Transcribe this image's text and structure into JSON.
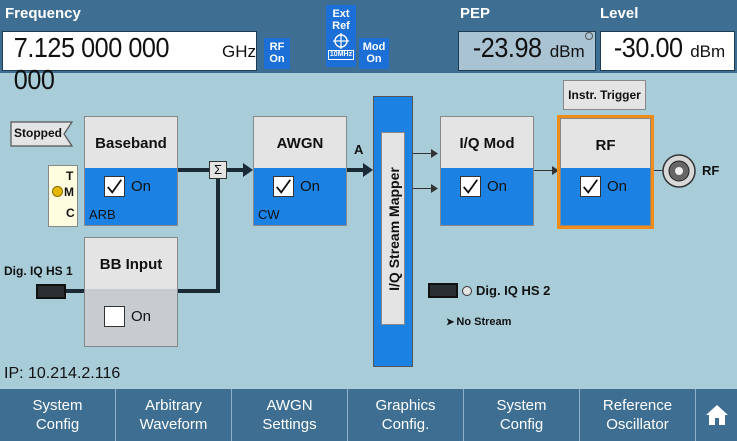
{
  "header": {
    "frequency_label": "Frequency",
    "frequency_value": "7.125 000 000 000",
    "frequency_unit": "GHz",
    "rf_on_line1": "RF",
    "rf_on_line2": "On",
    "ext_ref_line1": "Ext",
    "ext_ref_line2": "Ref",
    "ext_ref_badge": "10MHz",
    "mod_on_line1": "Mod",
    "mod_on_line2": "On",
    "pep_label": "PEP",
    "pep_value": "-23.98",
    "pep_unit": "dBm",
    "level_label": "Level",
    "level_value": "-30.00",
    "level_unit": "dBm"
  },
  "diagram": {
    "stopped_label": "Stopped",
    "tmc": {
      "t": "T",
      "m": "M",
      "c": "C"
    },
    "baseband": {
      "title": "Baseband",
      "on": "On",
      "sub": "ARB"
    },
    "bb_input": {
      "title": "BB Input",
      "on": "On"
    },
    "sum_symbol": "Σ",
    "awgn": {
      "title": "AWGN",
      "on": "On",
      "sub": "CW"
    },
    "stream_a": "A",
    "mapper_label": "I/Q Stream Mapper",
    "iq_mod": {
      "title": "I/Q Mod",
      "on": "On"
    },
    "instr_trigger": "Instr. Trigger",
    "rf": {
      "title": "RF",
      "on": "On"
    },
    "rf_out_label": "RF",
    "dig_iq_hs1": "Dig. IQ HS 1",
    "dig_iq_hs2": "Dig. IQ HS 2",
    "no_stream": "No Stream"
  },
  "status": {
    "ip": "IP: 10.214.2.116"
  },
  "softkeys": [
    {
      "line1": "System",
      "line2": "Config"
    },
    {
      "line1": "Arbitrary",
      "line2": "Waveform"
    },
    {
      "line1": "AWGN",
      "line2": "Settings"
    },
    {
      "line1": "Graphics",
      "line2": "Config."
    },
    {
      "line1": "System",
      "line2": "Config"
    },
    {
      "line1": "Reference",
      "line2": "Oscillator"
    }
  ],
  "colors": {
    "accent_blue": "#1b82e4",
    "header": "#3e6f92",
    "background": "#a8cdd9",
    "selection_border": "#f08c1a"
  },
  "icons": [
    "home-icon",
    "rf-connector-icon",
    "checkbox-checked-icon",
    "checkbox-unchecked-icon",
    "digital-iq-connector-icon"
  ]
}
